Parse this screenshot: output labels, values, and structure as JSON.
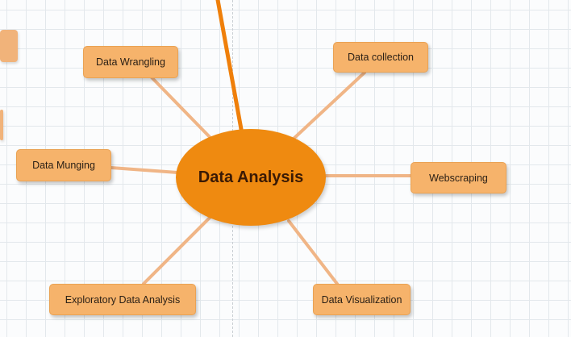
{
  "diagram": {
    "central_node": {
      "label": "Data Analysis"
    },
    "branches": [
      {
        "id": "data-wrangling",
        "label": "Data Wrangling"
      },
      {
        "id": "data-collection",
        "label": "Data collection"
      },
      {
        "id": "data-munging",
        "label": "Data Munging"
      },
      {
        "id": "webscraping",
        "label": "Webscraping"
      },
      {
        "id": "exploratory-data-analysis",
        "label": "Exploratory Data Analysis"
      },
      {
        "id": "data-visualization",
        "label": "Data Visualization"
      }
    ]
  },
  "colors": {
    "central_fill": "#ef8a10",
    "node_fill": "#f6b36b",
    "connector": "#f0b586",
    "parent_connector": "#ef7f0a",
    "grid": "#e3e8ec"
  }
}
